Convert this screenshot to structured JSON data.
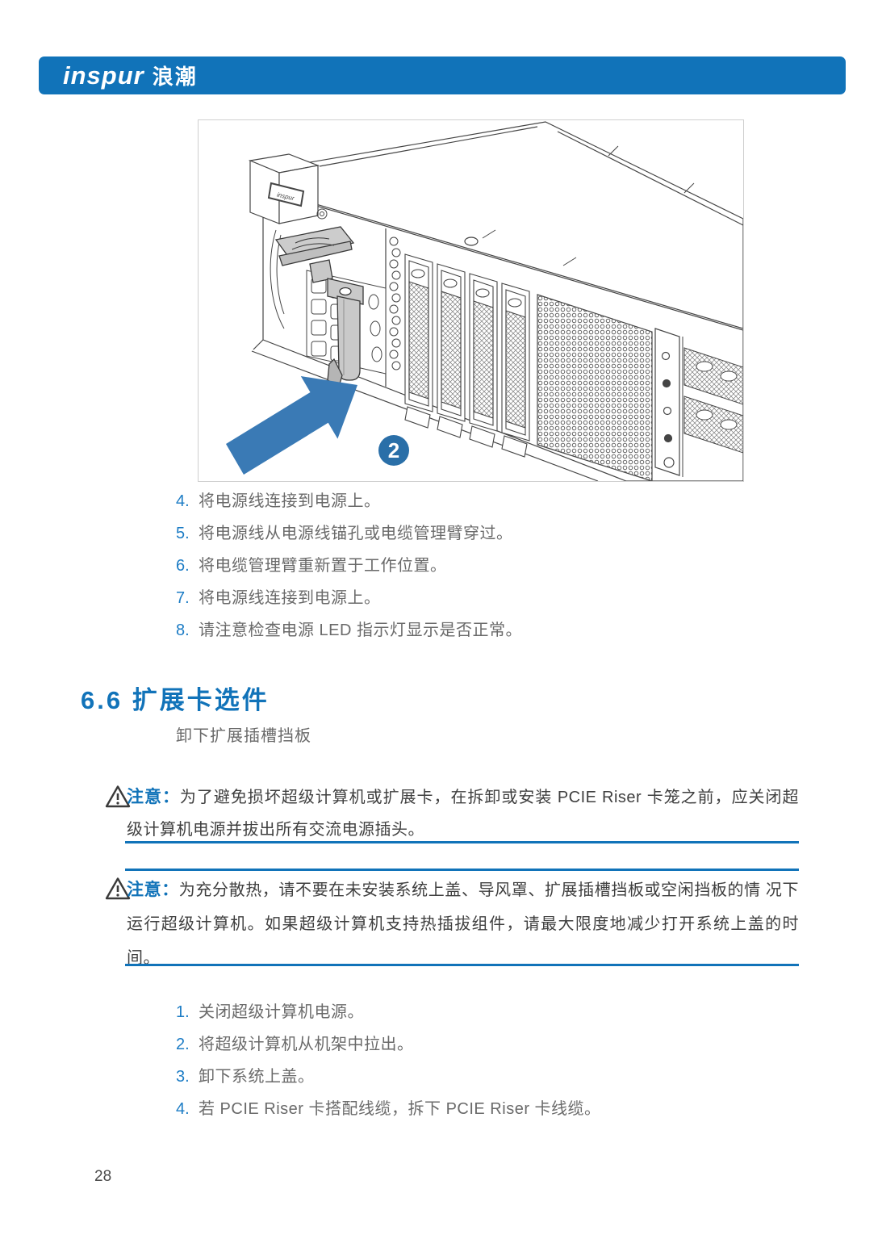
{
  "page": {
    "number": "28"
  },
  "header": {
    "logo_latin": "inspur",
    "logo_cjk": "浪潮",
    "bar_color": "#1173B9"
  },
  "figure": {
    "badge": "2",
    "chassis_label": "inspur",
    "arrow_color": "#3A7AB5",
    "badge_color": "#2A6FA8"
  },
  "steps_power": [
    {
      "num": "4.",
      "text": "将电源线连接到电源上。"
    },
    {
      "num": "5.",
      "text": "将电源线从电源线锚孔或电缆管理臂穿过。"
    },
    {
      "num": "6.",
      "text": "将电缆管理臂重新置于工作位置。"
    },
    {
      "num": "7.",
      "text": "将电源线连接到电源上。"
    },
    {
      "num": "8.",
      "text": "请注意检查电源 LED 指示灯显示是否正常。"
    }
  ],
  "section": {
    "title": "6.6 扩展卡选件",
    "intro": "卸下扩展插槽挡板"
  },
  "notes": [
    {
      "label": "注意：",
      "text": "为了避免损坏超级计算机或扩展卡，在拆卸或安装 PCIE Riser 卡笼之前，应关闭超级计算机电源并拔出所有交流电源插头。"
    },
    {
      "label": "注意：",
      "text": "为充分散热，请不要在未安装系统上盖、导风罩、扩展插槽挡板或空闲挡板的情 况下运行超级计算机。如果超级计算机支持热插拔组件，请最大限度地减少打开系统上盖的时间。"
    }
  ],
  "steps_riser": [
    {
      "num": "1.",
      "text": "关闭超级计算机电源。"
    },
    {
      "num": "2.",
      "text": "将超级计算机从机架中拉出。"
    },
    {
      "num": "3.",
      "text": "卸下系统上盖。"
    },
    {
      "num": "4.",
      "text": "若 PCIE Riser 卡搭配线缆，拆下 PCIE Riser 卡线缆。"
    }
  ]
}
